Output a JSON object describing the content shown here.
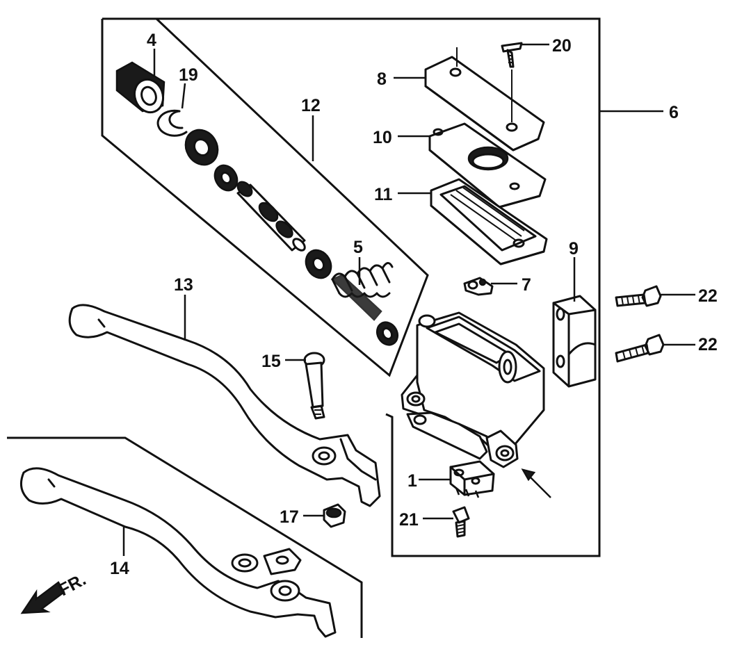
{
  "diagram": {
    "callouts": [
      {
        "id": "1"
      },
      {
        "id": "4"
      },
      {
        "id": "5"
      },
      {
        "id": "6"
      },
      {
        "id": "7"
      },
      {
        "id": "8"
      },
      {
        "id": "9"
      },
      {
        "id": "10"
      },
      {
        "id": "11"
      },
      {
        "id": "12"
      },
      {
        "id": "13"
      },
      {
        "id": "14"
      },
      {
        "id": "15"
      },
      {
        "id": "17"
      },
      {
        "id": "19"
      },
      {
        "id": "20"
      },
      {
        "id": "21"
      },
      {
        "id": "22a",
        "text": "22"
      },
      {
        "id": "22b",
        "text": "22"
      }
    ],
    "direction_label": "FR."
  }
}
